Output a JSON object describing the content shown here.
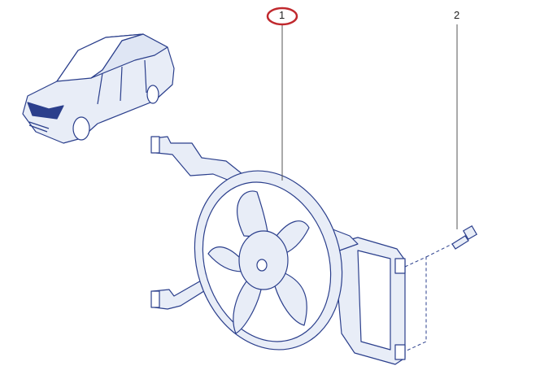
{
  "diagram": {
    "callouts": [
      {
        "label": "1",
        "part": "fan-assembly",
        "highlighted": true
      },
      {
        "label": "2",
        "part": "bolt",
        "highlighted": false
      }
    ],
    "colors": {
      "line": "#2b3f8c",
      "fill": "#e8edf7",
      "highlight": "#c0282d",
      "leader": "#555555"
    }
  }
}
